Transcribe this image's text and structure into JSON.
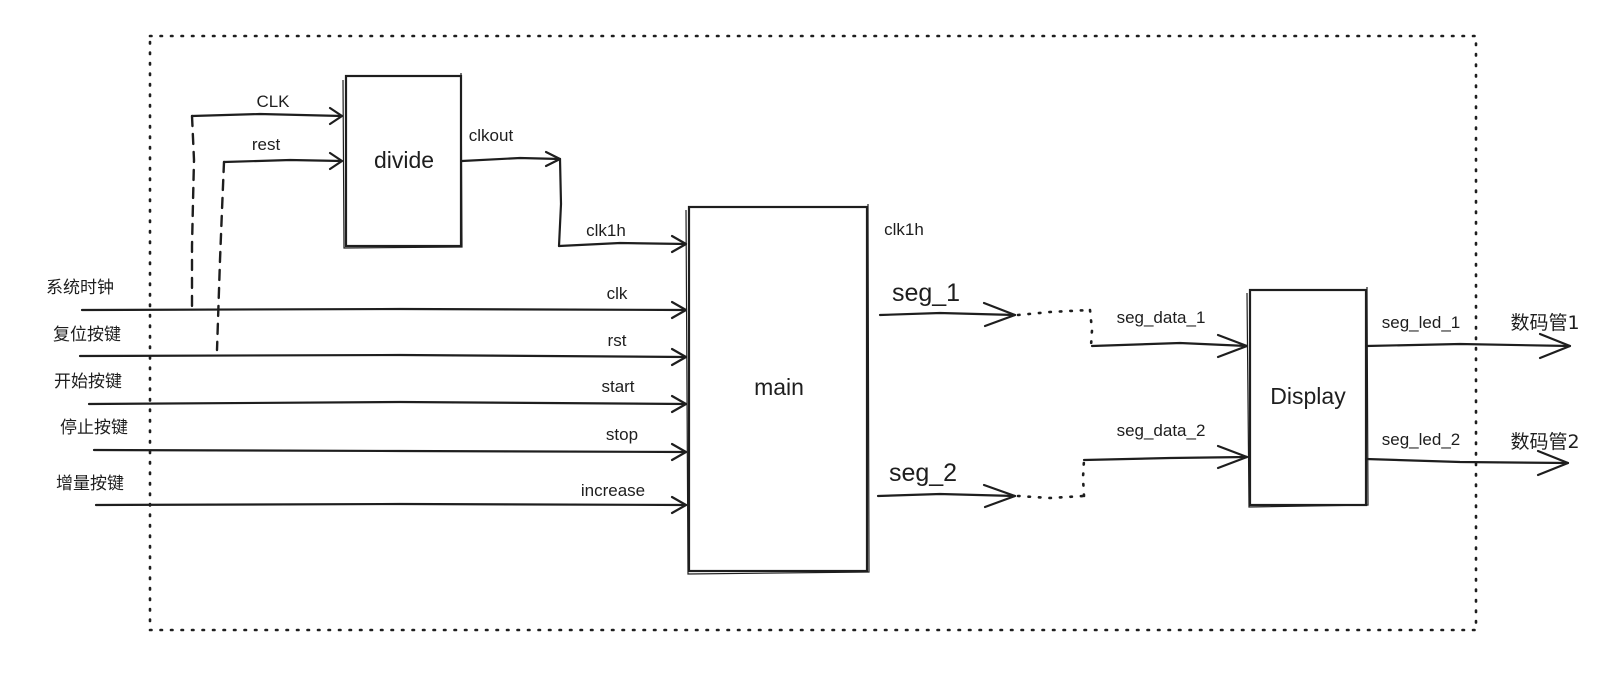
{
  "blocks": {
    "divide": "divide",
    "main": "main",
    "display": "Display"
  },
  "inputs": {
    "system_clock": "系统时钟",
    "reset_key": "复位按键",
    "start_key": "开始按键",
    "stop_key": "停止按键",
    "increase_key": "增量按键"
  },
  "signals": {
    "clk_upper": "CLK",
    "rest": "rest",
    "clkout": "clkout",
    "clk1h_in": "clk1h",
    "clk1h_side": "clk1h",
    "clk": "clk",
    "rst": "rst",
    "start": "start",
    "stop": "stop",
    "increase": "increase",
    "seg_1": "seg_1",
    "seg_2": "seg_2",
    "seg_data_1": "seg_data_1",
    "seg_data_2": "seg_data_2",
    "seg_led_1": "seg_led_1",
    "seg_led_2": "seg_led_2"
  },
  "outputs": {
    "display_1": "数码管1",
    "display_2": "数码管2"
  }
}
